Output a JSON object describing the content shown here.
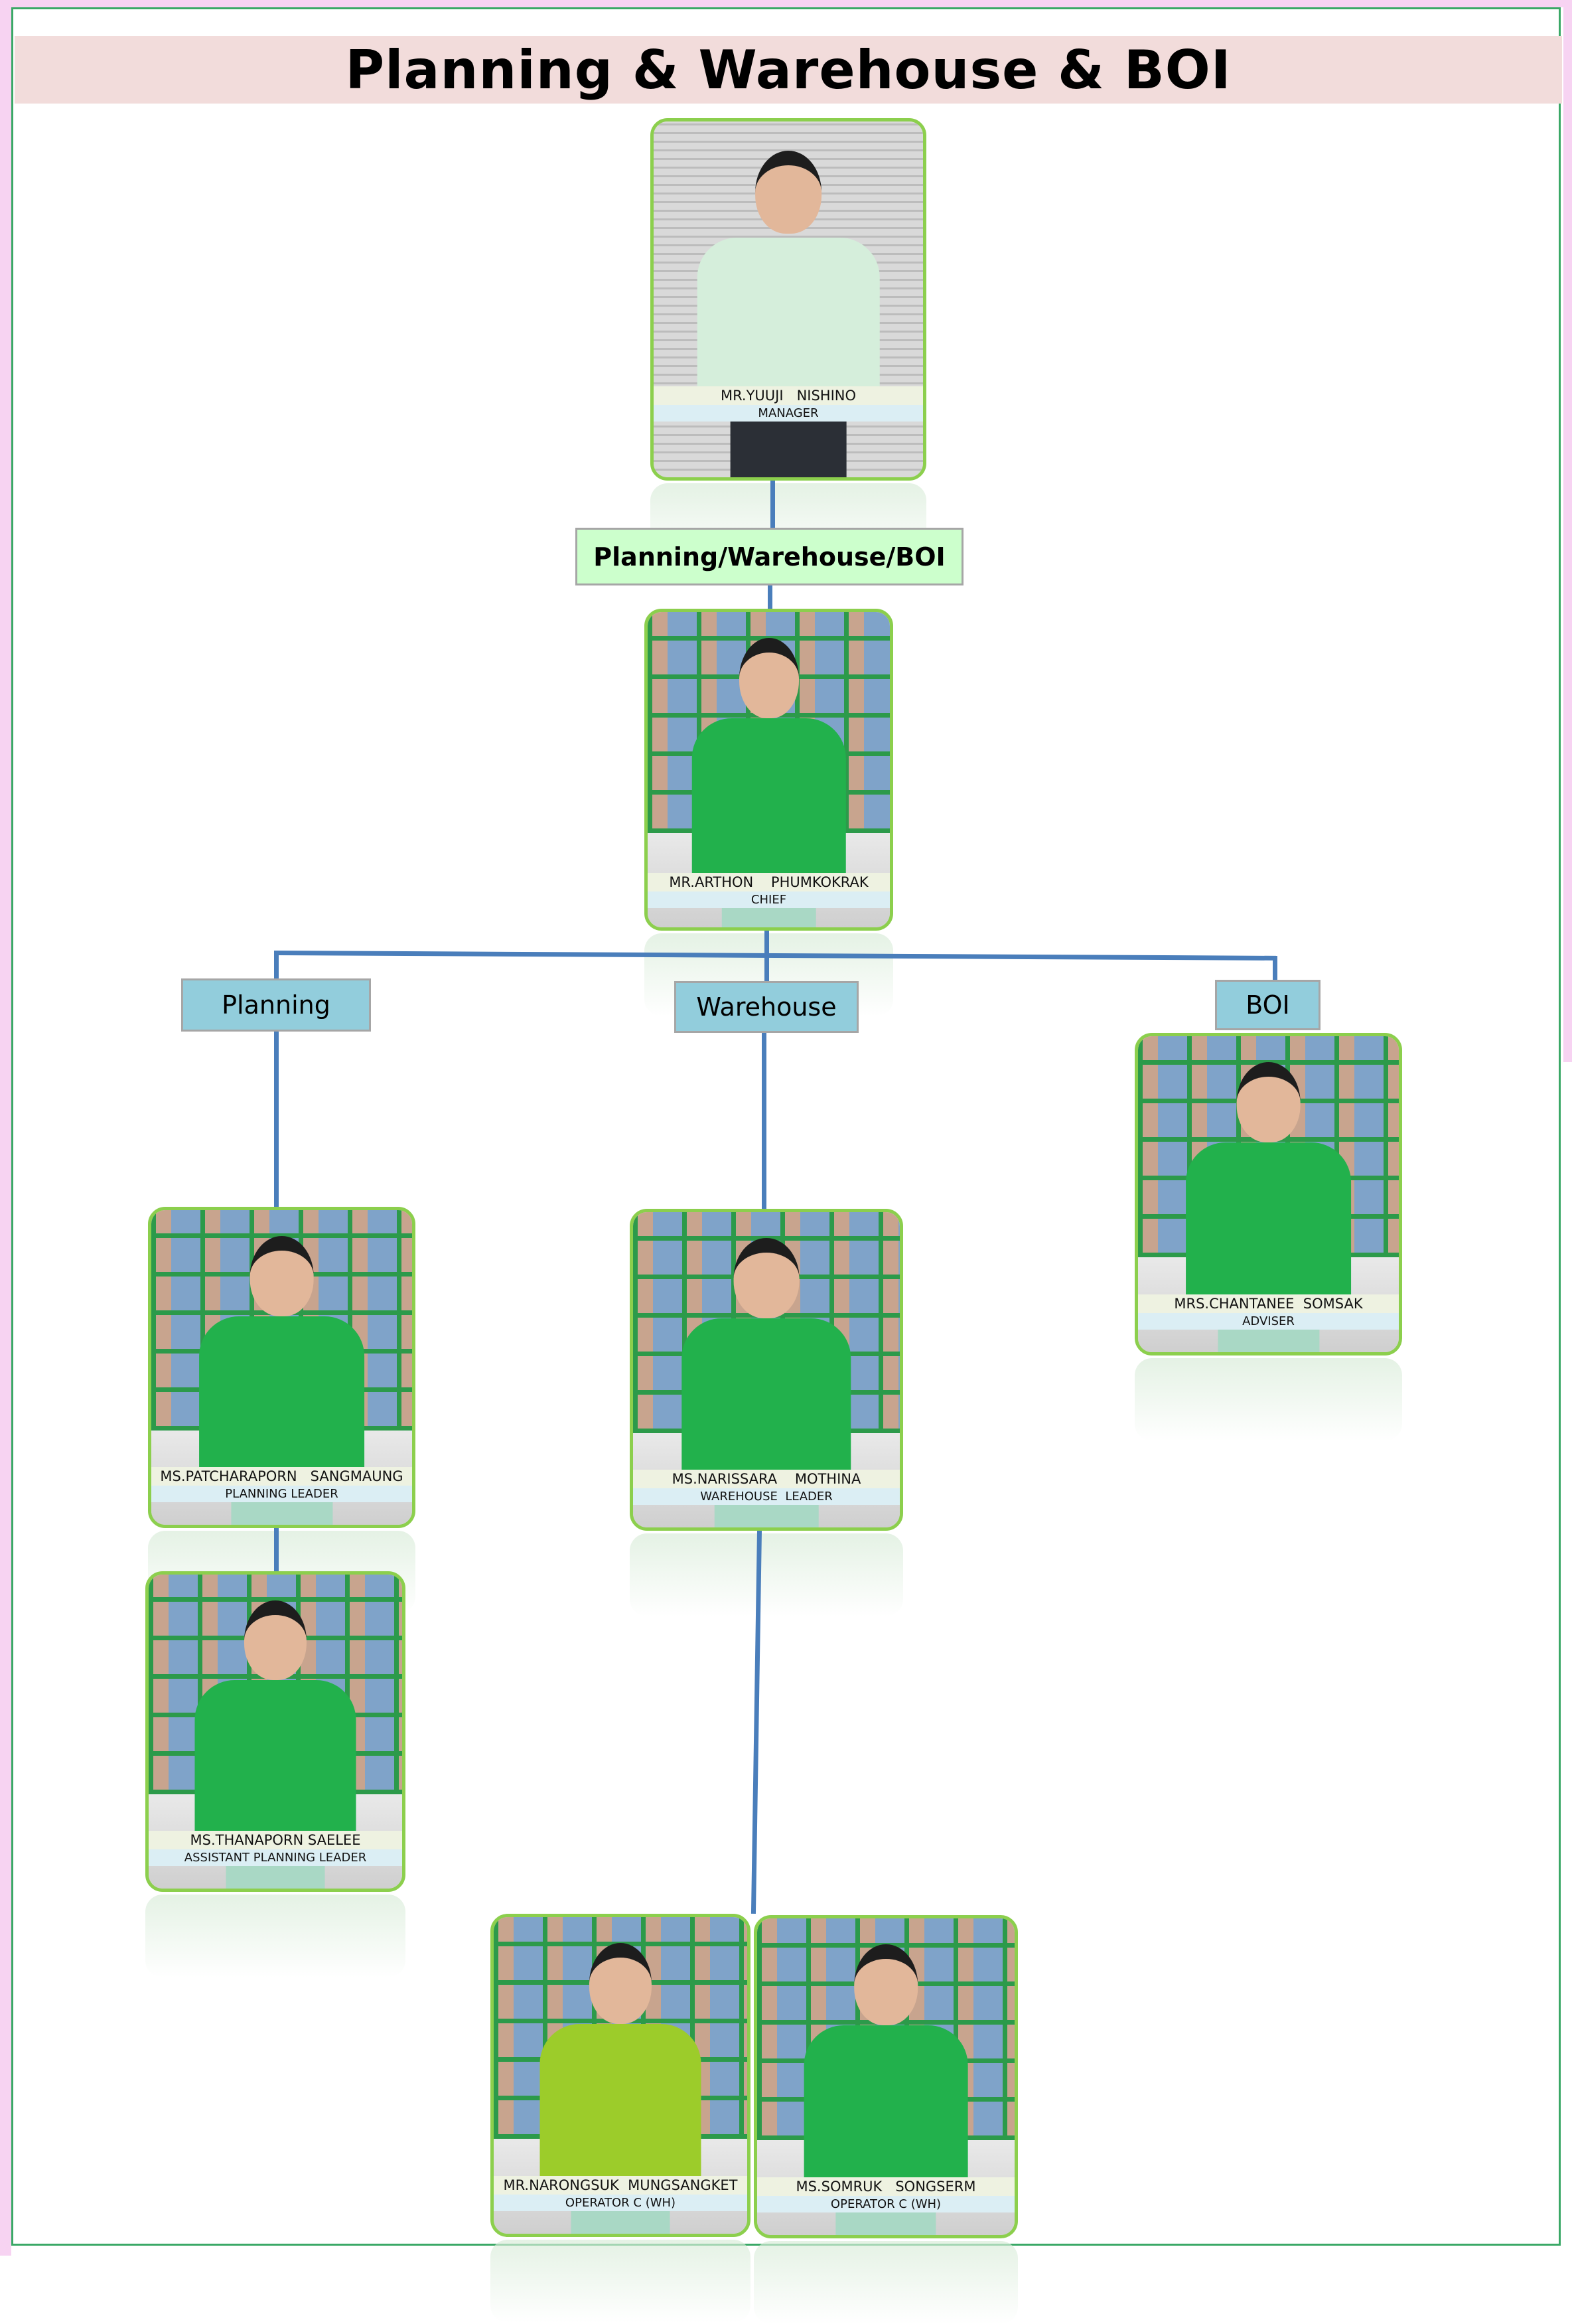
{
  "title": "Planning & Warehouse & BOI",
  "department": "Planning/Warehouse/BOI",
  "sections": {
    "planning": "Planning",
    "warehouse": "Warehouse",
    "boi": "BOI"
  },
  "colors": {
    "line": "#4a7ebb",
    "card_border": "#8ccf4d",
    "dept_fill": "#ccffcc",
    "section_fill": "#92cddc",
    "title_band": "#f2dcdb"
  },
  "people": [
    {
      "id": "manager",
      "name": "MR.YUUJI   NISHINO",
      "role": "MANAGER"
    },
    {
      "id": "chief",
      "name": "MR.ARTHON    PHUMKOKRAK",
      "role": "CHIEF"
    },
    {
      "id": "boi_adviser",
      "name": "MRS.CHANTANEE  SOMSAK",
      "role": "ADVISER"
    },
    {
      "id": "planning_leader",
      "name": "MS.PATCHARAPORN   SANGMAUNG",
      "role": "PLANNING LEADER"
    },
    {
      "id": "warehouse_leader",
      "name": "MS.NARISSARA    MOTHINA",
      "role": "WAREHOUSE  LEADER"
    },
    {
      "id": "asst_planning",
      "name": "MS.THANAPORN SAELEE",
      "role": "ASSISTANT PLANNING LEADER"
    },
    {
      "id": "operator1",
      "name": "MR.NARONGSUK  MUNGSANGKET",
      "role": "OPERATOR C (WH)"
    },
    {
      "id": "operator2",
      "name": "MS.SOMRUK   SONGSERM",
      "role": "OPERATOR C (WH)"
    }
  ]
}
